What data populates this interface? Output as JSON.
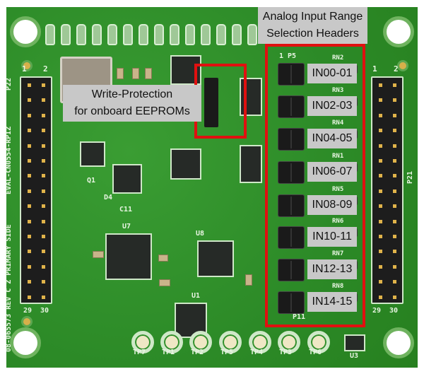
{
  "annotations": {
    "analog_header_title_line1": "Analog Input Range",
    "analog_header_title_line2": "Selection Headers",
    "write_protect_line1": "Write-Protection",
    "write_protect_line2": "for onboard EEPROMs",
    "input_labels": [
      "IN00-01",
      "IN02-03",
      "IN04-05",
      "IN06-07",
      "IN08-09",
      "IN10-11",
      "IN12-13",
      "IN14-15"
    ],
    "highlight_color": "#e01010"
  },
  "silkscreen": {
    "board_name": "EVAL-CN0554-RPIZ",
    "board_rev": "08-065573 REV C Z PRIMARY SIDE",
    "left_header": "P22",
    "right_header": "P21",
    "p5": "1 P5",
    "p11": "P11",
    "rn_labels": [
      "RN2",
      "RN3",
      "RN4",
      "RN1",
      "RN5",
      "RN6",
      "RN7",
      "RN8"
    ],
    "chips": {
      "u7": "U7",
      "u8": "U8",
      "u1": "U1",
      "u3": "U3",
      "q1": "Q1",
      "d4": "D4",
      "c11": "C11"
    },
    "pin_marks": {
      "one": "1",
      "two": "2",
      "twenty_nine": "29",
      "thirty": "30"
    }
  },
  "test_points": [
    "TP7",
    "TP1",
    "TP2",
    "TP5",
    "TP4",
    "TP3",
    "TP6"
  ],
  "colors": {
    "board": "#2f8f2a",
    "label_bg": "#c8c8c8"
  }
}
